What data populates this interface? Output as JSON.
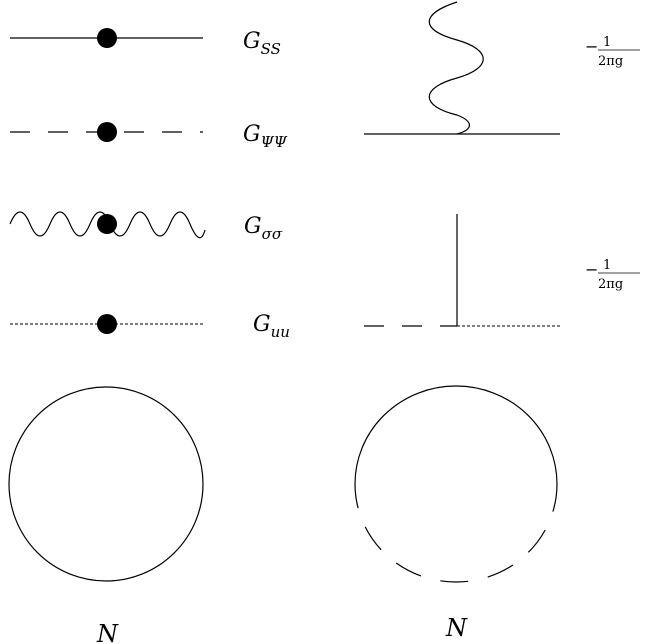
{
  "propagators": [
    {
      "base": "G",
      "sub": "SS",
      "line": "solid"
    },
    {
      "base": "G",
      "sub": "ΨΨ",
      "line": "dashed"
    },
    {
      "base": "G",
      "sub": "σσ",
      "line": "wavy"
    },
    {
      "base": "G",
      "sub": "uu",
      "line": "dotted"
    }
  ],
  "vertices": [
    {
      "sign": "−",
      "numerator": "1",
      "denominator": "2πg"
    },
    {
      "sign": "−",
      "numerator": "1",
      "denominator": "2πg"
    }
  ],
  "loops": [
    {
      "label": "N"
    },
    {
      "label": "N"
    }
  ]
}
